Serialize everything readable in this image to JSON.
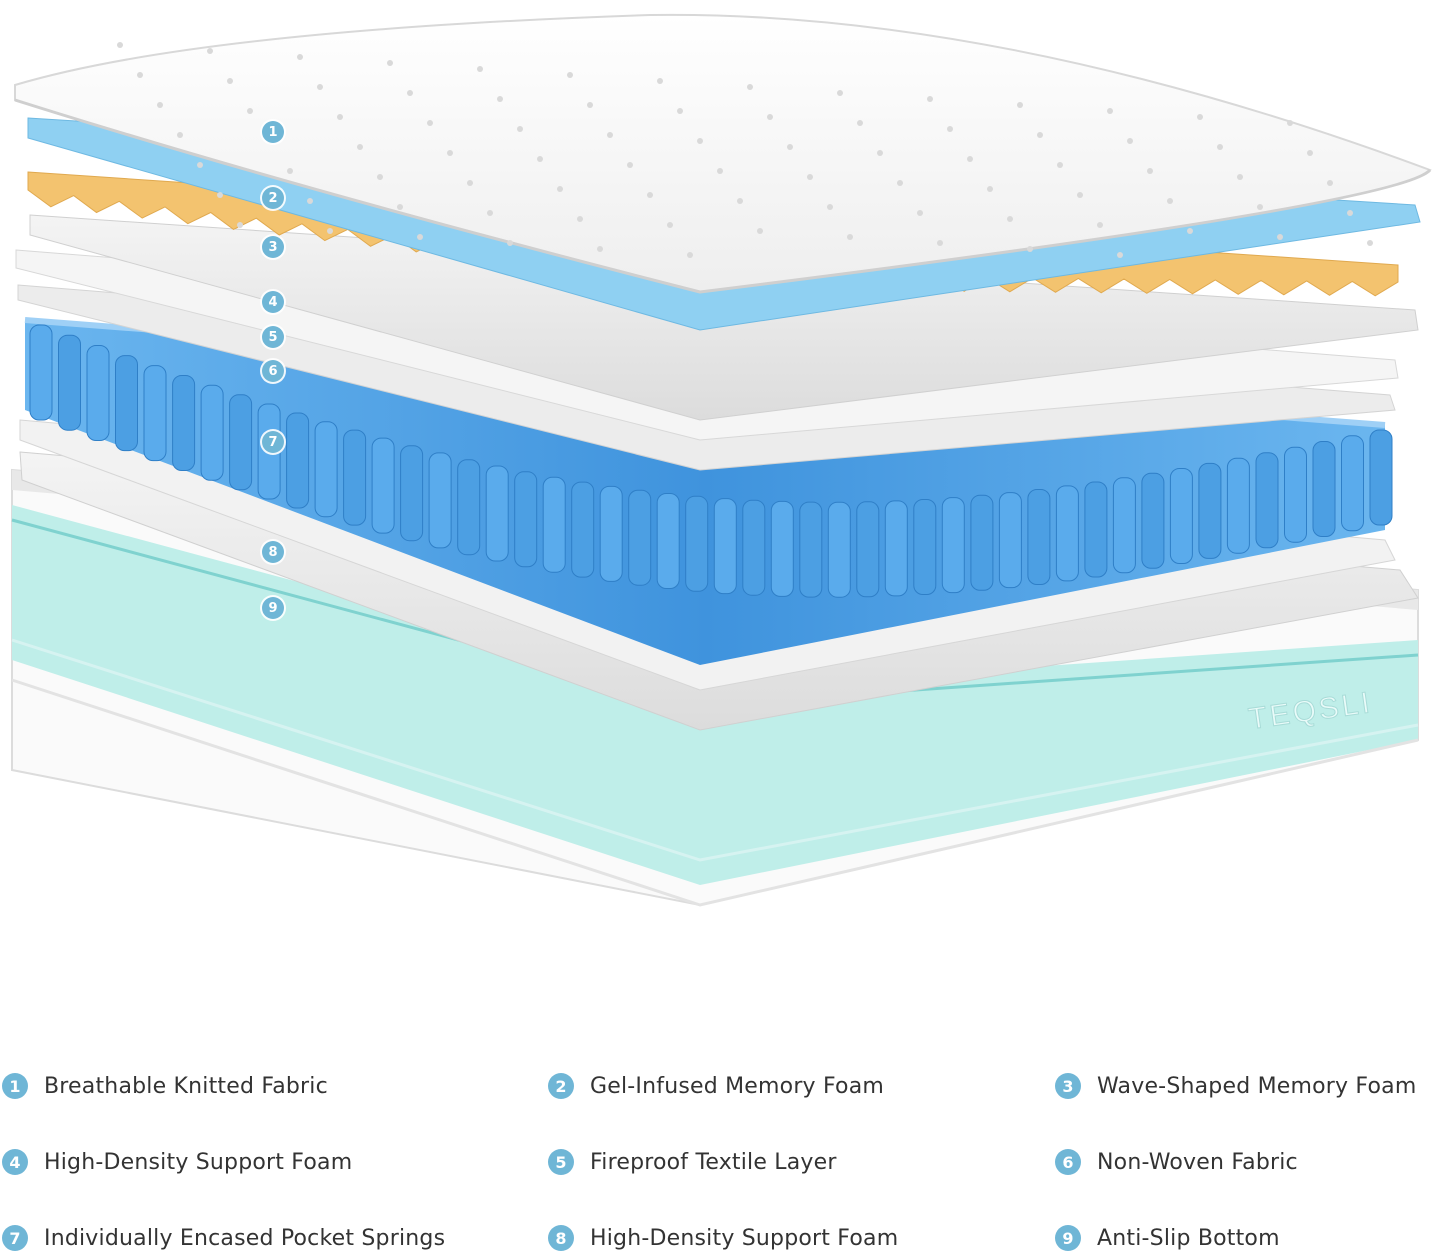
{
  "brand": {
    "logo_text": "TEQSLI"
  },
  "colors": {
    "accent": "#6fb6d6",
    "gel_blue": "#8fd0f2",
    "wave_yellow": "#f3c36f",
    "spring_blue": "#4c9fe3",
    "mint": "#9fe3de"
  },
  "layers": [
    {
      "num": "1",
      "label": "Breathable Knitted Fabric"
    },
    {
      "num": "2",
      "label": "Gel-Infused Memory Foam"
    },
    {
      "num": "3",
      "label": "Wave-Shaped Memory Foam"
    },
    {
      "num": "4",
      "label": "High-Density Support Foam"
    },
    {
      "num": "5",
      "label": "Fireproof Textile Layer"
    },
    {
      "num": "6",
      "label": "Non-Woven Fabric"
    },
    {
      "num": "7",
      "label": "Individually Encased Pocket Springs"
    },
    {
      "num": "8",
      "label": "High-Density Support Foam"
    },
    {
      "num": "9",
      "label": "Anti-Slip Bottom"
    }
  ]
}
